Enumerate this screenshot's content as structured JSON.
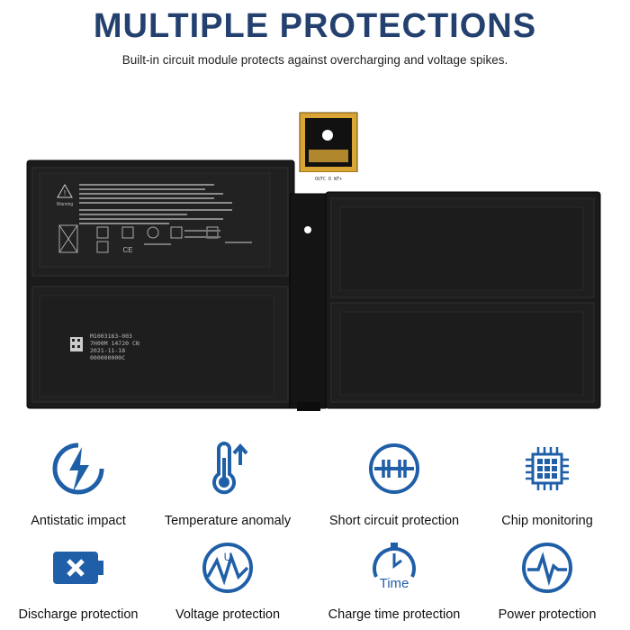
{
  "header": {
    "title": "MULTIPLE PROTECTIONS",
    "subtitle": "Built-in circuit module protects against overcharging and voltage spikes."
  },
  "battery": {
    "warning_label": "Warning",
    "barcode_text": [
      "M1003163-003",
      "7H00M 14720 CN",
      "2021-11-18",
      "000000000C"
    ],
    "connector_text": "OUTC D WT+"
  },
  "features": [
    {
      "label": "Antistatic impact",
      "icon": "lightning-shield-icon"
    },
    {
      "label": "Temperature anomaly",
      "icon": "thermometer-icon"
    },
    {
      "label": "Short circuit protection",
      "icon": "circuit-circle-icon"
    },
    {
      "label": "Chip monitoring",
      "icon": "chip-icon"
    },
    {
      "label": "Discharge protection",
      "icon": "battery-x-icon"
    },
    {
      "label": "Voltage protection",
      "icon": "voltage-gauge-icon"
    },
    {
      "label": "Charge time protection",
      "icon": "stopwatch-icon"
    },
    {
      "label": "Power protection",
      "icon": "pulse-circle-icon"
    }
  ],
  "colors": {
    "accent": "#1f5fa8",
    "title": "#23406e",
    "battery_body": "#1b1b1b"
  }
}
